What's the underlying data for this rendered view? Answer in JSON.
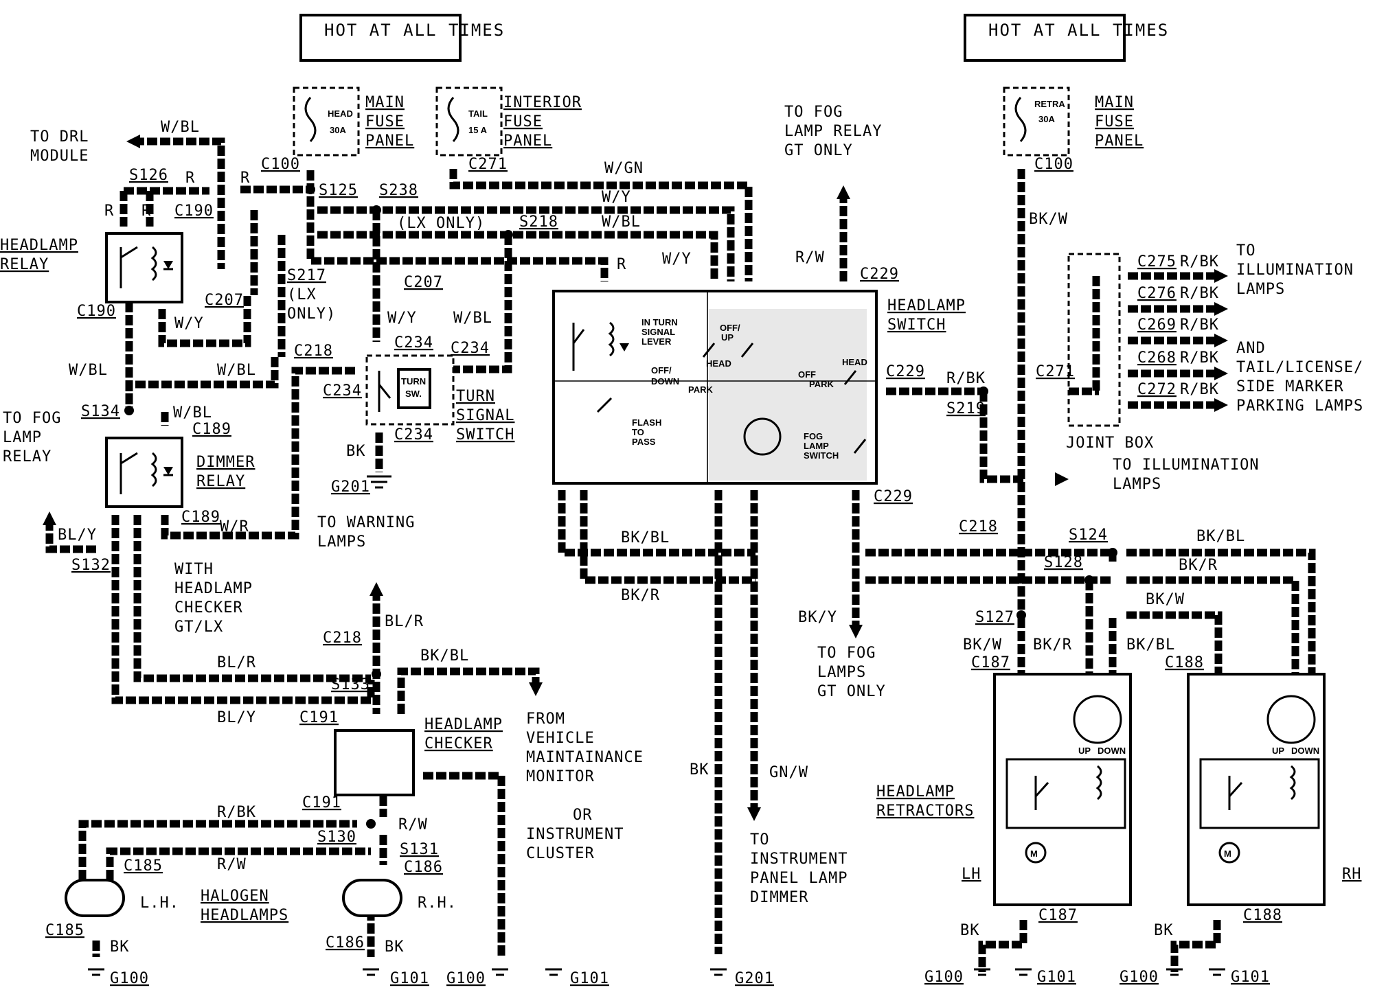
{
  "hot_boxes": [
    "HOT AT ALL TIMES",
    "HOT AT ALL TIMES"
  ],
  "fuses": {
    "head": {
      "name": "HEAD",
      "rating": "30A",
      "panel": [
        "MAIN",
        "FUSE",
        "PANEL"
      ]
    },
    "tail": {
      "name": "TAIL",
      "rating": "15 A",
      "panel": [
        "INTERIOR",
        "FUSE",
        "PANEL"
      ]
    },
    "retra": {
      "name": "RETRA",
      "rating": "30A",
      "panel": [
        "MAIN",
        "FUSE",
        "PANEL"
      ]
    }
  },
  "components": {
    "headlamp_relay": [
      "HEADLAMP",
      "RELAY"
    ],
    "dimmer_relay": [
      "DIMMER",
      "RELAY"
    ],
    "turn_signal_switch": [
      "TURN",
      "SIGNAL",
      "SWITCH"
    ],
    "turn_sw_inner": [
      "TURN",
      "SW."
    ],
    "headlamp_switch": [
      "HEADLAMP",
      "SWITCH"
    ],
    "headlamp_checker": [
      "HEADLAMP",
      "CHECKER"
    ],
    "halogen_headlamps": [
      "HALOGEN",
      "HEADLAMPS"
    ],
    "headlamp_retractors": [
      "HEADLAMP",
      "RETRACTORS"
    ],
    "joint_box": "JOINT BOX",
    "lh": "LH",
    "rh": "RH",
    "lamp_lh": "L.H.",
    "lamp_rh": "R.H."
  },
  "switch_labels": {
    "in_turn": [
      "IN TURN",
      "SIGNAL",
      "LEVER"
    ],
    "off_up": [
      "OFF/",
      "UP"
    ],
    "head": "HEAD",
    "head2": "HEAD",
    "off_down": [
      "OFF/",
      "DOWN"
    ],
    "park": "PARK",
    "off": "OFF",
    "park2": "PARK",
    "flash": [
      "FLASH",
      "TO",
      "PASS"
    ],
    "fog_sw": [
      "FOG",
      "LAMP",
      "SWITCH"
    ],
    "up": "UP",
    "down": "DOWN",
    "up2": "UP",
    "down2": "DOWN",
    "motor": "M"
  },
  "destinations": {
    "drl": [
      "TO DRL",
      "MODULE"
    ],
    "fog_relay_left": [
      "TO FOG",
      "LAMP",
      "RELAY"
    ],
    "fog_relay_top": [
      "TO FOG",
      "LAMP RELAY",
      "GT ONLY"
    ],
    "warning": [
      "TO WARNING",
      "LAMPS"
    ],
    "checker_note": [
      "WITH",
      "HEADLAMP",
      "CHECKER",
      "GT/LX"
    ],
    "from_monitor": [
      "FROM",
      "VEHICLE",
      "MAINTAINANCE",
      "MONITOR"
    ],
    "or_cluster": [
      "OR",
      "INSTRUMENT",
      "CLUSTER"
    ],
    "fog_lamps": [
      "TO FOG",
      "LAMPS",
      "GT ONLY"
    ],
    "panel_dimmer": [
      "TO",
      "INSTRUMENT",
      "PANEL LAMP",
      "DIMMER"
    ],
    "illum1": [
      "TO",
      "ILLUMINATION",
      "LAMPS"
    ],
    "tail_group": [
      "AND",
      "TAIL/LICENSE/",
      "SIDE MARKER",
      "PARKING LAMPS"
    ],
    "illum2": [
      "TO ILLUMINATION",
      "LAMPS"
    ],
    "lx_only": "(LX ONLY)",
    "lx_only2": [
      "(LX",
      "ONLY)"
    ]
  },
  "wire_colors": {
    "w_bl": "W/BL",
    "r": "R",
    "w_gn": "W/GN",
    "w_y": "W/Y",
    "bk": "BK",
    "r_w": "R/W",
    "r_bk": "R/BK",
    "bk_w": "BK/W",
    "bl_y": "BL/Y",
    "w_r": "W/R",
    "bl_r": "BL/R",
    "bk_bl": "BK/BL",
    "bk_r": "BK/R",
    "bk_y": "BK/Y",
    "gn_w": "GN/W"
  },
  "connectors": {
    "c100": "C100",
    "c271": "C271",
    "c190": "C190",
    "c207": "C207",
    "c218": "C218",
    "c234": "C234",
    "c189": "C189",
    "c229": "C229",
    "c275": "C275",
    "c276": "C276",
    "c269": "C269",
    "c268": "C268",
    "c272": "C272",
    "c187": "C187",
    "c188": "C188",
    "c191": "C191",
    "c185": "C185",
    "c186": "C186"
  },
  "splices": {
    "s126": "S126",
    "s125": "S125",
    "s238": "S238",
    "s218": "S218",
    "s217": "S217",
    "s134": "S134",
    "s132": "S132",
    "s133": "S133",
    "s130": "S130",
    "s131": "S131",
    "s219": "S219",
    "s124": "S124",
    "s128": "S128",
    "s127": "S127"
  },
  "grounds": {
    "g201": "G201",
    "g100": "G100",
    "g101": "G101"
  }
}
